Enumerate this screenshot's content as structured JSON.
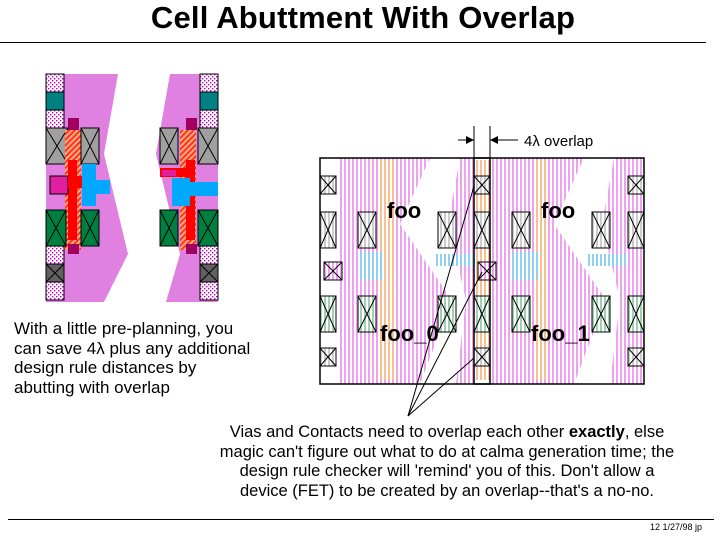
{
  "title": "Cell Abuttment With Overlap",
  "left_text": {
    "lines": [
      "With a little pre-planning, you",
      "can save 4λ plus any additional",
      "design rule distances by",
      "abutting with overlap"
    ]
  },
  "diagram": {
    "overlap_label": "4λ overlap",
    "cell_left_top": "foo",
    "cell_right_top": "foo",
    "cell_left_bottom": "foo_0",
    "cell_right_bottom": "foo_1"
  },
  "bottom_text": {
    "line1_pre": "Vias and Contacts need to overlap each other ",
    "line1_bold": "exactly",
    "line1_post": ", else",
    "line2": "magic can't figure out what to do at calma generation time; the",
    "line3": "design rule checker will 'remind' you of this.  Don't allow a",
    "line4": "device (FET) to be created by an overlap--that's a no-no."
  },
  "footer": "12   1/27/98  jp",
  "colors": {
    "pdiff": "#e080e0",
    "poly": "#ff0000",
    "metal1": "#00a0ff",
    "ndiff": "#008040",
    "contact": "#a0a0a0",
    "via": "#008080",
    "well_dots": "#c000c0"
  }
}
